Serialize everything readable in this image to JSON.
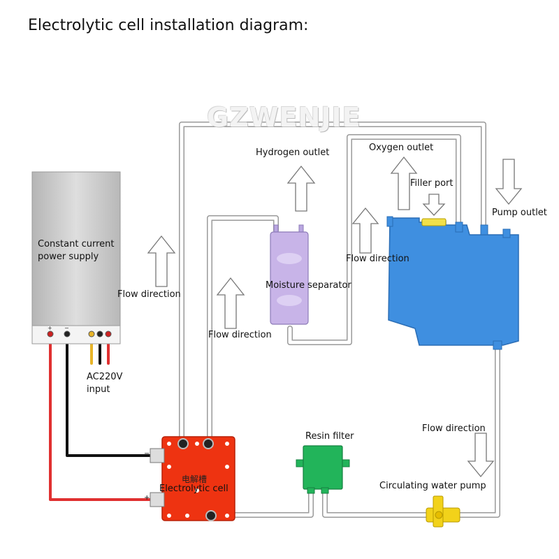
{
  "title": "Electrolytic cell installation diagram:",
  "watermark": "GZWENJIE",
  "labels": {
    "power_supply_line1": "Constant current",
    "power_supply_line2": "power supply",
    "ac_input_line1": "AC220V",
    "ac_input_line2": "input",
    "flow_direction": "Flow direction",
    "hydrogen_outlet": "Hydrogen outlet",
    "moisture_separator": "Moisture separator",
    "oxygen_outlet": "Oxygen outlet",
    "filler_port": "Filler port",
    "pump_outlet": "Pump outlet",
    "resin_filter": "Resin filter",
    "circulating_pump": "Circulating water pump",
    "cell_cn": "电解槽",
    "cell_en": "Electrolytic cell",
    "terminal_plus": "+",
    "terminal_minus": "−"
  },
  "colors": {
    "tube": "#cfcfcf",
    "power_supply": "#c9c9c9",
    "separator": "#c8b4e8",
    "tank": "#3f8fe0",
    "cell": "#ee3311",
    "filter": "#22b45a",
    "pump": "#f2d21a",
    "cap": "#f2e04a",
    "wire_red": "#e03030",
    "wire_black": "#111111",
    "wire_yellow": "#e8b428"
  }
}
